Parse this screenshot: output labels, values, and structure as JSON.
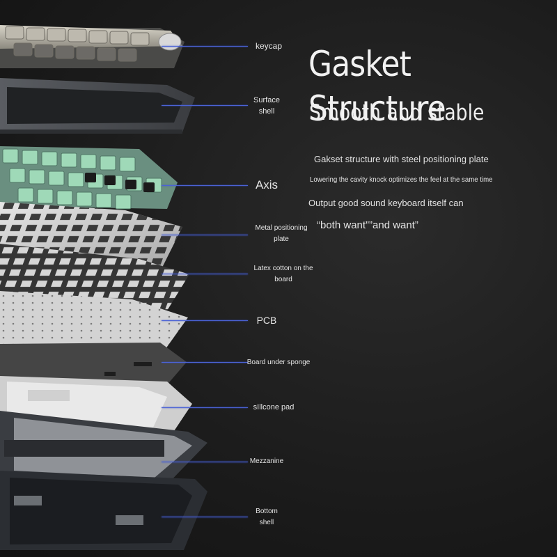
{
  "heading": "Gasket Structure",
  "subheading": "Smooth and stable",
  "description": {
    "line1": "Gakset structure with steel positioning plate",
    "line2": "Lowering the cavity knock optimizes the feel at the same time",
    "line3": "Output good sound keyboard itself can",
    "line4": "“both want””and want”"
  },
  "layers": [
    {
      "key": "keycap",
      "label": "keycap"
    },
    {
      "key": "surface_shell",
      "label": "Surface\nshell"
    },
    {
      "key": "axis",
      "label": "Axis"
    },
    {
      "key": "metal_plate",
      "label": "Metal positioning\nplate"
    },
    {
      "key": "latex_cotton",
      "label": "Latex cotton on the\nboard"
    },
    {
      "key": "pcb",
      "label": "PCB"
    },
    {
      "key": "board_sponge",
      "label": "Board under sponge"
    },
    {
      "key": "silicone_pad",
      "label": "sIllcone pad"
    },
    {
      "key": "mezzanine",
      "label": "Mezzanine"
    },
    {
      "key": "bottom_shell",
      "label": "Bottom\nshell"
    }
  ],
  "colors": {
    "callout_line": "#4b63d6",
    "background": "#1c1c1c",
    "switch_green": "#9fd9b8"
  }
}
